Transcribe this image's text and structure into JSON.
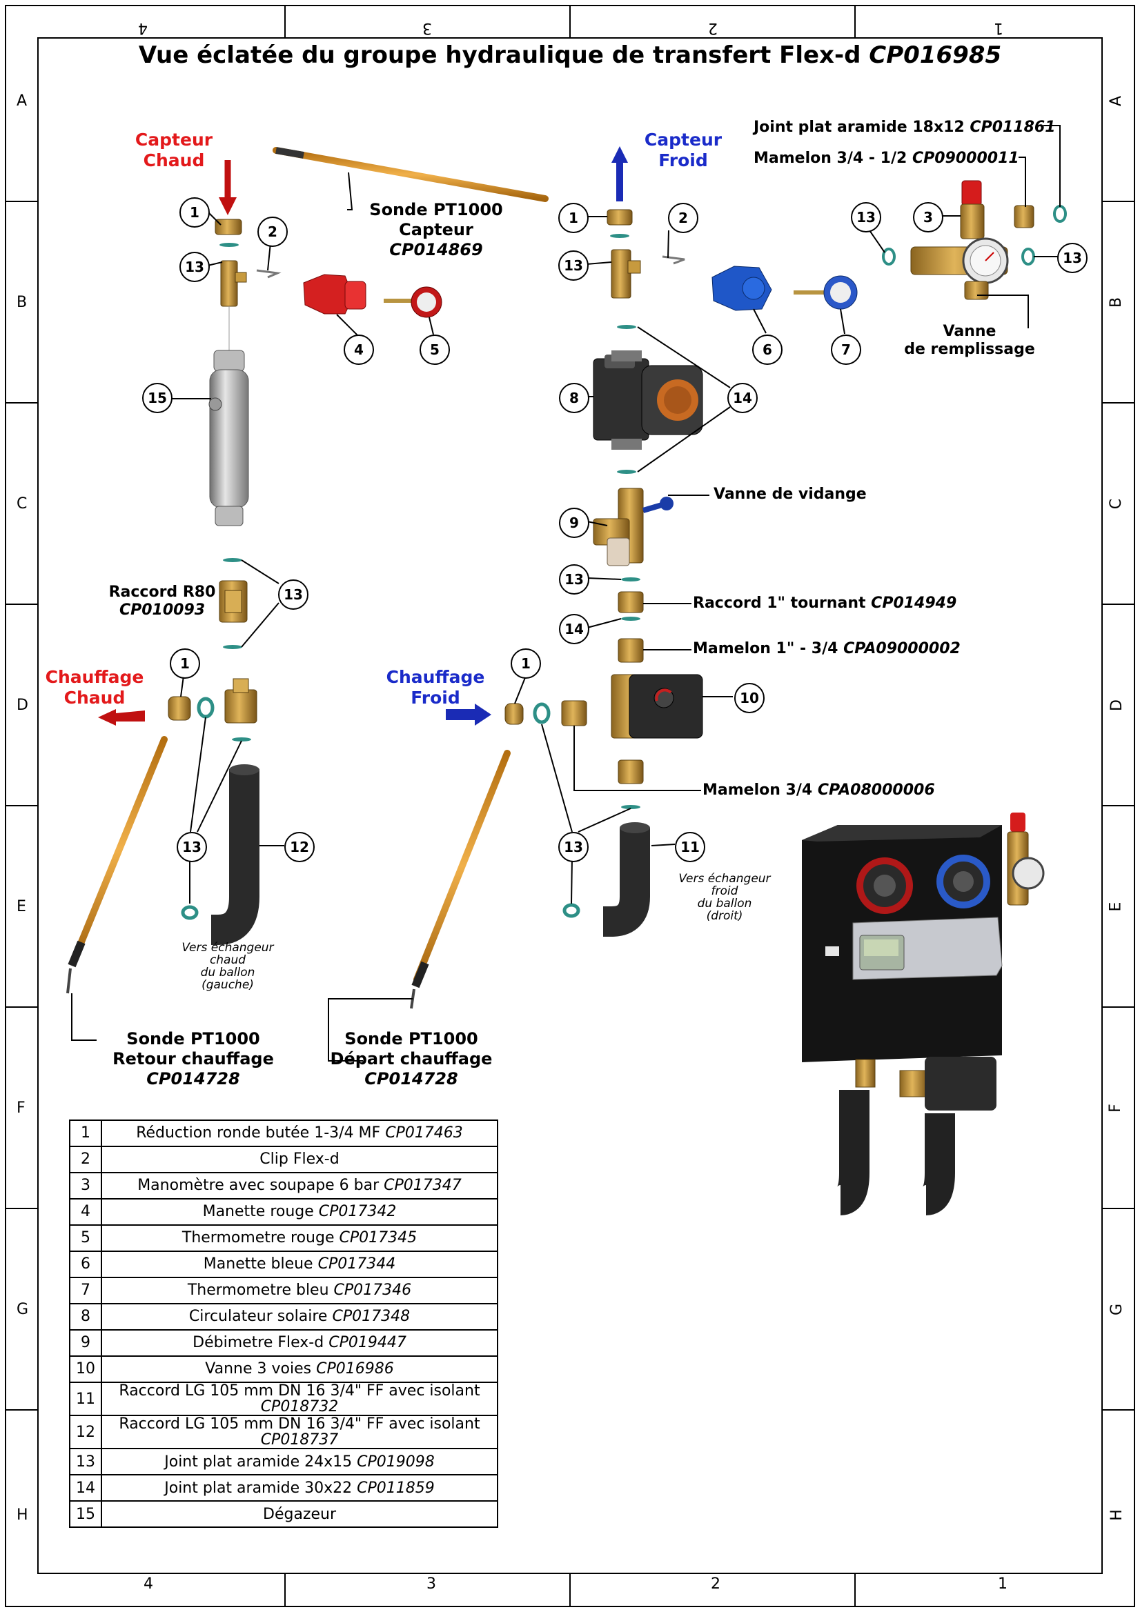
{
  "title": {
    "main": "Vue éclatée du groupe hydraulique de transfert Flex-d",
    "ref": "CP016985"
  },
  "frame": {
    "top_cols": [
      "4",
      "3",
      "2",
      "1"
    ],
    "bottom_cols": [
      "4",
      "3",
      "2",
      "1"
    ],
    "rows": [
      "A",
      "B",
      "C",
      "D",
      "E",
      "F",
      "G",
      "H"
    ]
  },
  "flows": {
    "capteur_chaud": {
      "l1": "Capteur",
      "l2": "Chaud",
      "color": "#e3191b"
    },
    "capteur_froid": {
      "l1": "Capteur",
      "l2": "Froid",
      "color": "#1a2bc9"
    },
    "chauffage_chaud": {
      "l1": "Chauffage",
      "l2": "Chaud",
      "color": "#e3191b"
    },
    "chauffage_froid": {
      "l1": "Chauffage",
      "l2": "Froid",
      "color": "#1a2bc9"
    }
  },
  "callouts": {
    "joint_18x12": {
      "text": "Joint plat aramide 18x12",
      "ref": "CP011861"
    },
    "mamelon_34_12": {
      "text": "Mamelon 3/4 - 1/2",
      "ref": "CP09000011"
    },
    "sonde_capteur": {
      "l1": "Sonde PT1000",
      "l2": "Capteur",
      "ref": "CP014869"
    },
    "vanne_remplissage": {
      "l1": "Vanne",
      "l2": "de remplissage"
    },
    "vanne_vidange": {
      "text": "Vanne de vidange"
    },
    "raccord_r80": {
      "text": "Raccord R80",
      "ref": "CP010093"
    },
    "raccord_tournant": {
      "text": "Raccord 1\" tournant",
      "ref": "CP014949"
    },
    "mamelon_1_34": {
      "text": "Mamelon 1\" - 3/4",
      "ref": "CPA09000002"
    },
    "mamelon_34": {
      "text": "Mamelon 3/4",
      "ref": "CPA08000006"
    },
    "sonde_retour": {
      "l1": "Sonde PT1000",
      "l2": "Retour chauffage",
      "ref": "CP014728"
    },
    "sonde_depart": {
      "l1": "Sonde PT1000",
      "l2": "Départ chauffage",
      "ref": "CP014728"
    },
    "vers_chaud": "Vers échangeur\nchaud\ndu ballon\n(gauche)",
    "vers_froid": "Vers échangeur\nfroid\ndu ballon\n(droit)"
  },
  "bubbles": [
    "1",
    "2",
    "13",
    "4",
    "5",
    "15",
    "1",
    "2",
    "13",
    "6",
    "7",
    "3",
    "13",
    "13",
    "8",
    "14",
    "9",
    "13",
    "14",
    "13",
    "1",
    "1",
    "10",
    "13",
    "12",
    "13",
    "11"
  ],
  "bom": [
    {
      "n": "1",
      "desc": "Réduction ronde butée 1-3/4 MF",
      "ref": "CP017463"
    },
    {
      "n": "2",
      "desc": "Clip Flex-d",
      "ref": ""
    },
    {
      "n": "3",
      "desc": "Manomètre avec soupape 6 bar",
      "ref": "CP017347"
    },
    {
      "n": "4",
      "desc": "Manette rouge",
      "ref": "CP017342"
    },
    {
      "n": "5",
      "desc": "Thermometre rouge",
      "ref": "CP017345"
    },
    {
      "n": "6",
      "desc": "Manette bleue",
      "ref": "CP017344"
    },
    {
      "n": "7",
      "desc": "Thermometre bleu",
      "ref": "CP017346"
    },
    {
      "n": "8",
      "desc": "Circulateur solaire",
      "ref": "CP017348"
    },
    {
      "n": "9",
      "desc": "Débimetre Flex-d",
      "ref": "CP019447"
    },
    {
      "n": "10",
      "desc": "Vanne 3 voies",
      "ref": "CP016986"
    },
    {
      "n": "11",
      "desc": "Raccord LG 105 mm DN 16 3/4\" FF avec isolant",
      "ref": "CP018732"
    },
    {
      "n": "12",
      "desc": "Raccord LG 105 mm DN 16 3/4\" FF avec isolant",
      "ref": "CP018737"
    },
    {
      "n": "13",
      "desc": "Joint plat aramide 24x15",
      "ref": "CP019098"
    },
    {
      "n": "14",
      "desc": "Joint plat aramide 30x22",
      "ref": "CP011859"
    },
    {
      "n": "15",
      "desc": "Dégazeur",
      "ref": ""
    }
  ]
}
